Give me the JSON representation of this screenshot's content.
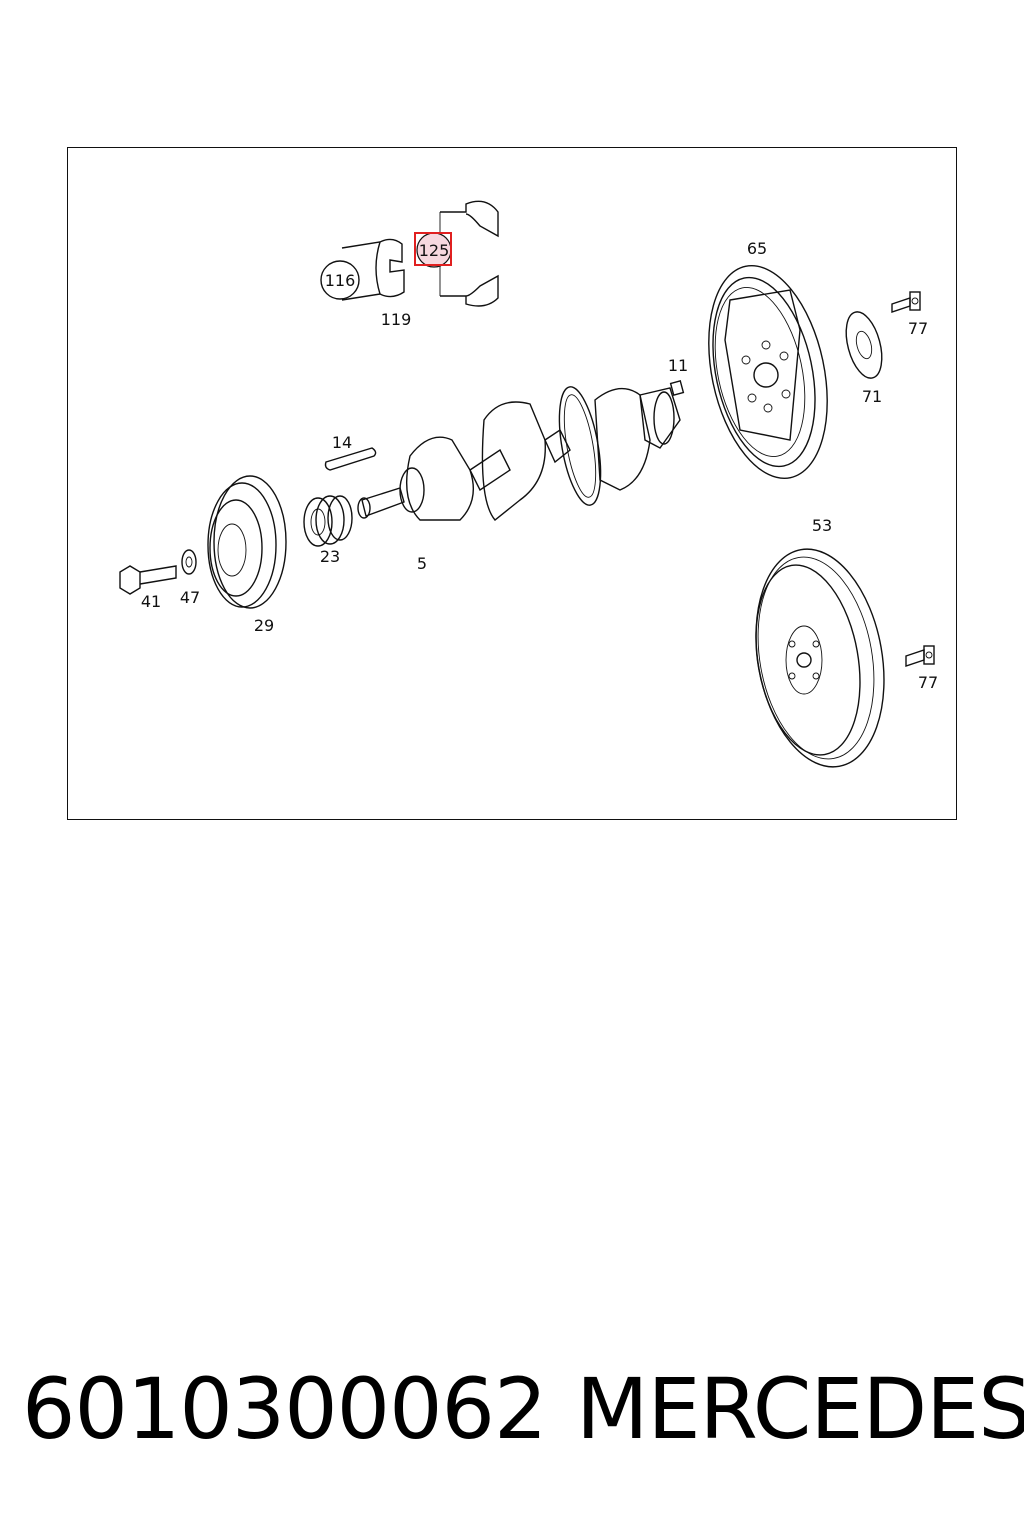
{
  "diagram": {
    "highlight_color": "#e02020",
    "highlight_fill": "#f6d8df",
    "labels": {
      "p116": "116",
      "p125": "125",
      "p119": "119",
      "p65": "65",
      "p77a": "77",
      "p77b": "77",
      "p71": "71",
      "p11": "11",
      "p14": "14",
      "p23": "23",
      "p5": "5",
      "p41": "41",
      "p47": "47",
      "p29": "29",
      "p53": "53"
    }
  },
  "footer": {
    "part_number": "6010300062",
    "brand": "MERCEDES"
  }
}
